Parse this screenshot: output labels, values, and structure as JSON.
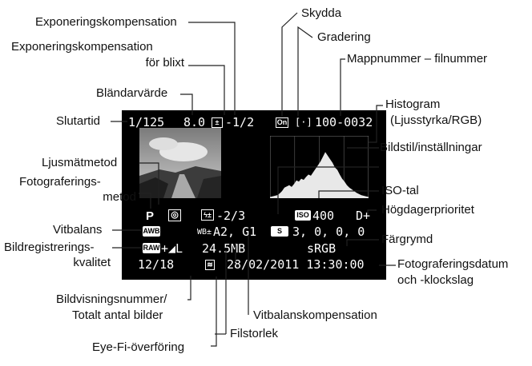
{
  "labels": {
    "exp_comp": "Exponeringskompensation",
    "flash_comp_1": "Exponeringskompensation",
    "flash_comp_2": "för blixt",
    "aperture": "Bländarvärde",
    "shutter": "Slutartid",
    "metering": "Ljusmätmetod",
    "shooting_mode_1": "Fotograferings-",
    "shooting_mode_2": "metod",
    "white_balance": "Vitbalans",
    "quality_1": "Bildregistrerings-",
    "quality_2": "kvalitet",
    "playback_num_1": "Bildvisningsnummer/",
    "playback_num_2": "Totalt antal bilder",
    "eyefi": "Eye-Fi-överföring",
    "protect": "Skydda",
    "rating": "Gradering",
    "folder_file": "Mappnummer – filnummer",
    "histogram_1": "Histogram",
    "histogram_2": "(Ljusstyrka/RGB)",
    "picture_style": "Bildstil/inställningar",
    "iso": "ISO-tal",
    "highlight": "Högdagerprioritet",
    "color_space": "Färgrymd",
    "datetime_1": "Fotograferingsdatum",
    "datetime_2": "och -klockslag",
    "wb_comp": "Vitbalanskompensation",
    "file_size_lbl": "Filstorlek"
  },
  "screen": {
    "shutter": "1/125",
    "aperture": "8.0",
    "exp_comp": "-1/2",
    "protect_icon": "On",
    "rating_icon": "[·]",
    "folder_file": "100-0032",
    "mode": "P",
    "flash_comp": "-2/3",
    "wb_icon": "AWB",
    "wb_shift_prefix": "WB±",
    "wb_shift": "A2, G1",
    "raw_icon": "RAW",
    "quality": "+◢L",
    "file_size": "24.5MB",
    "playback": "12/18",
    "datetime": "28/02/2011  13:30:00",
    "picture_style_icon": "S",
    "picture_style": "3,  0,  0,  0",
    "iso_icon": "ISO",
    "iso": "400",
    "highlight": "D+",
    "color_space": "sRGB"
  },
  "histogram_levels": [
    0.02,
    0.03,
    0.04,
    0.05,
    0.08,
    0.12,
    0.18,
    0.2,
    0.22,
    0.19,
    0.24,
    0.3,
    0.28,
    0.33,
    0.31,
    0.36,
    0.4,
    0.38,
    0.44,
    0.5,
    0.56,
    0.62,
    0.7,
    0.78,
    0.72,
    0.66,
    0.6,
    0.52,
    0.48,
    0.4,
    0.33,
    0.28,
    0.22,
    0.18,
    0.15,
    0.12,
    0.09,
    0.07,
    0.05,
    0.04,
    0.03,
    0.02
  ]
}
